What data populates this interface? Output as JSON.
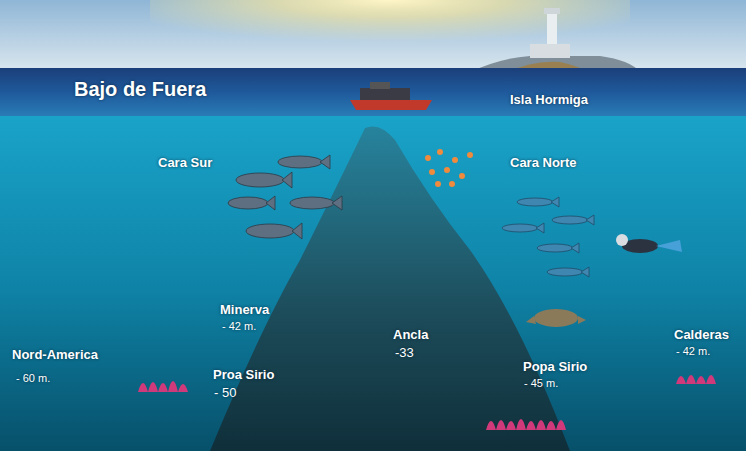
{
  "diagram": {
    "title": "Bajo de Fuera",
    "labels": [
      "Isla Hormiga",
      "Cara Sur",
      "Cara Norte",
      "Minerva",
      "- 42 m.",
      "Nord-America",
      "- 60 m.",
      "Proa  Sirio",
      "- 50",
      "Ancla",
      "-33",
      "Popa Sirio",
      "- 45 m.",
      "Calderas",
      "- 42 m."
    ]
  }
}
